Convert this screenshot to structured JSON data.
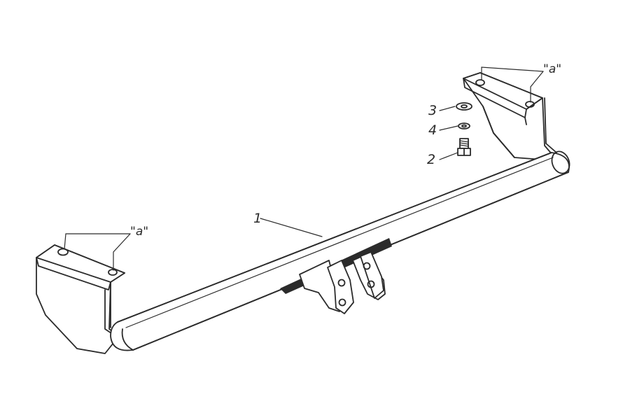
{
  "labels": {
    "part1": "1",
    "part2": "2",
    "part3": "3",
    "part4": "4",
    "mount_left": "\"a\"",
    "mount_right": "\"a\""
  },
  "colors": {
    "line": "#2b2b2b",
    "background": "#ffffff"
  }
}
